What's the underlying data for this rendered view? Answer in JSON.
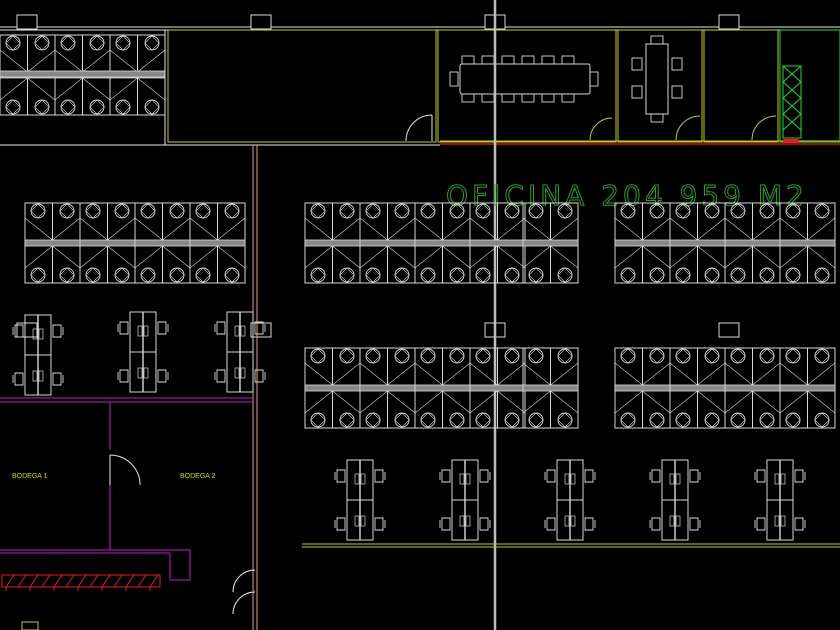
{
  "drawing": {
    "office_label": "OFICINA 204 959 M2",
    "rooms": [
      {
        "name": "bodega-1",
        "label": "BODEGA 1"
      },
      {
        "name": "bodega-2",
        "label": "BODEGA 2"
      }
    ]
  },
  "colors": {
    "background": "#000000",
    "furniture": "#d9d9d9",
    "wall_white": "#e6e6e6",
    "wall_yellow": "#c8c832",
    "wall_magenta": "#c020c0",
    "wall_salmon": "#e89a8a",
    "label_green": "#2f9d2f",
    "label_yellow": "#d8d800",
    "hatch_red": "#e02020",
    "hatch_green": "#2fd82f"
  },
  "icons": [
    "workstation-cluster-icon",
    "desk-pair-icon",
    "conference-table-icon",
    "column-icon",
    "door-swing-icon"
  ]
}
